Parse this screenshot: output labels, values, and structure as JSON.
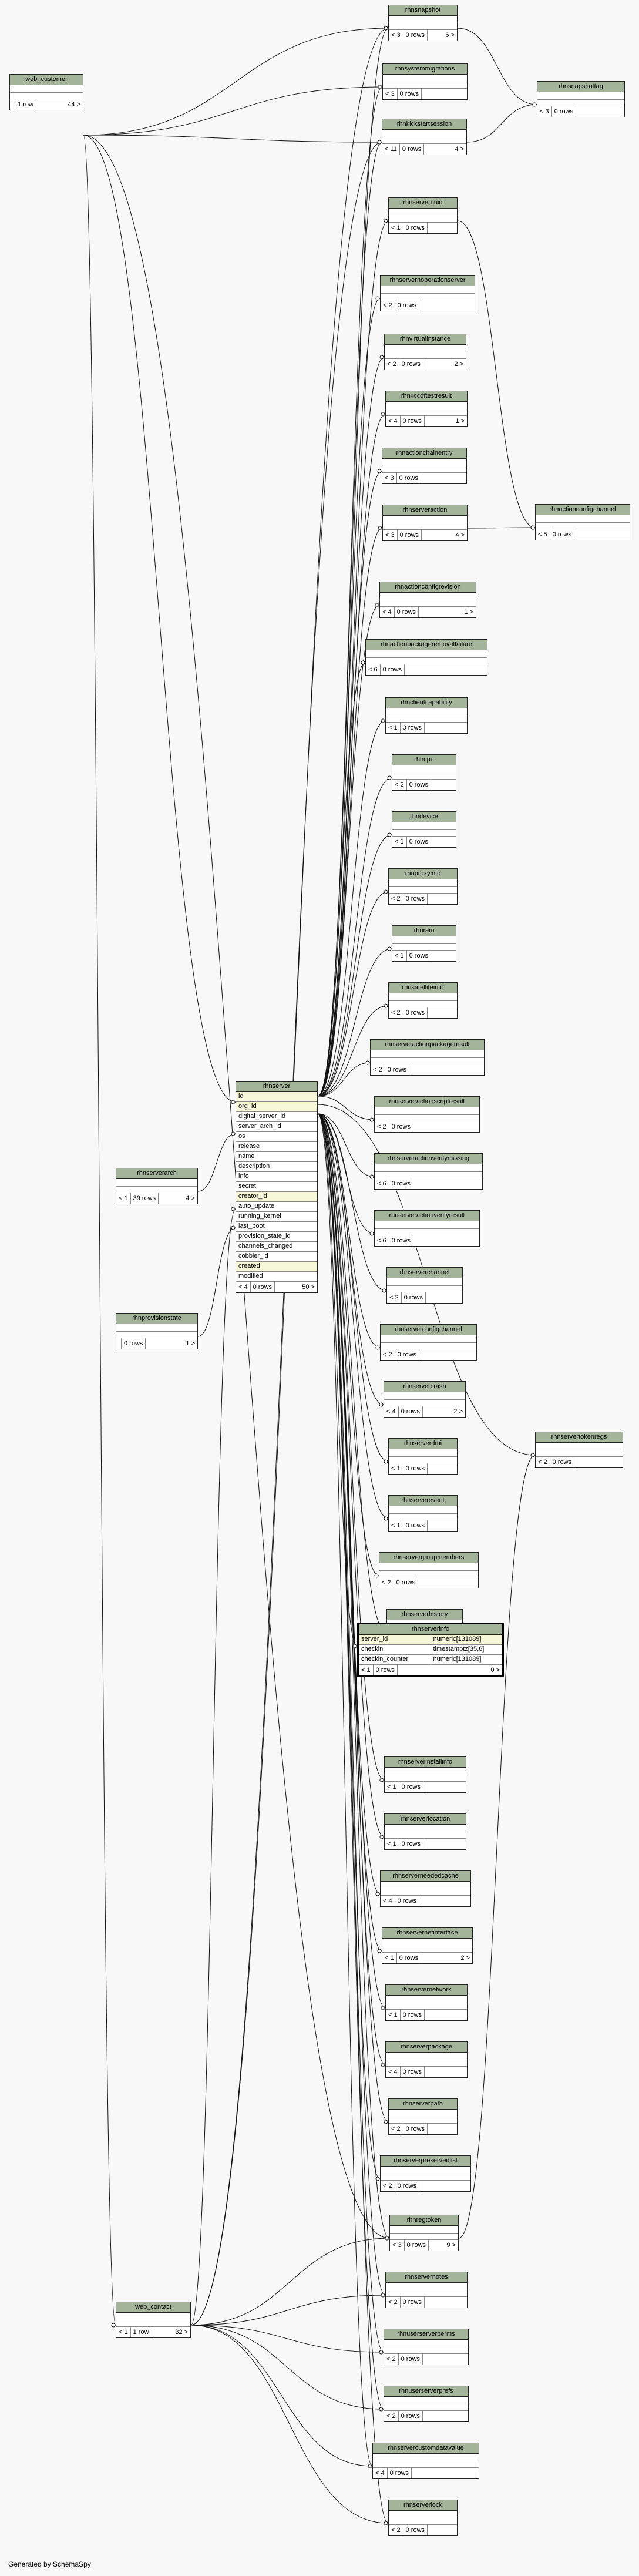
{
  "footer": "Generated by SchemaSpy",
  "colors": {
    "header": "#a3b49b",
    "key_row": "#f6f6d8",
    "background": "#f8f8f8"
  },
  "tables": [
    {
      "name": "rhnsnapshot",
      "stats": [
        "< 3",
        "0 rows",
        "6 >"
      ]
    },
    {
      "name": "rhnsnapshottag",
      "stats": [
        "< 3",
        "0 rows",
        ""
      ]
    },
    {
      "name": "rhnsystemmigrations",
      "stats": [
        "< 3",
        "0 rows",
        ""
      ]
    },
    {
      "name": "web_customer",
      "stats": [
        "",
        "1 row",
        "44 >"
      ]
    },
    {
      "name": "rhnkickstartsession",
      "stats": [
        "< 11",
        "0 rows",
        "4 >"
      ]
    },
    {
      "name": "rhnserveruuid",
      "stats": [
        "< 1",
        "0 rows",
        ""
      ]
    },
    {
      "name": "rhnservernoperationserver",
      "stats": [
        "< 2",
        "0 rows",
        ""
      ]
    },
    {
      "name": "rhnvirtualinstance",
      "stats": [
        "< 2",
        "0 rows",
        "2 >"
      ]
    },
    {
      "name": "rhnxccdftestresult",
      "stats": [
        "< 4",
        "0 rows",
        "1 >"
      ]
    },
    {
      "name": "rhnactionchainentry",
      "stats": [
        "< 3",
        "0 rows",
        ""
      ]
    },
    {
      "name": "rhnserveraction",
      "stats": [
        "< 3",
        "0 rows",
        "4 >"
      ]
    },
    {
      "name": "rhnactionconfigchannel",
      "stats": [
        "< 5",
        "0 rows",
        ""
      ]
    },
    {
      "name": "rhnactionconfigrevision",
      "stats": [
        "< 4",
        "0 rows",
        "1 >"
      ]
    },
    {
      "name": "rhnactionpackageremovalfailure",
      "stats": [
        "< 6",
        "0 rows",
        ""
      ]
    },
    {
      "name": "rhnclientcapability",
      "stats": [
        "< 1",
        "0 rows",
        ""
      ]
    },
    {
      "name": "rhncpu",
      "stats": [
        "< 2",
        "0 rows",
        ""
      ]
    },
    {
      "name": "rhndevice",
      "stats": [
        "< 1",
        "0 rows",
        ""
      ]
    },
    {
      "name": "rhnproxyinfo",
      "stats": [
        "< 2",
        "0 rows",
        ""
      ]
    },
    {
      "name": "rhnram",
      "stats": [
        "< 1",
        "0 rows",
        ""
      ]
    },
    {
      "name": "rhnsatelliteinfo",
      "stats": [
        "< 2",
        "0 rows",
        ""
      ]
    },
    {
      "name": "rhnserveractionpackageresult",
      "stats": [
        "< 2",
        "0 rows",
        ""
      ]
    },
    {
      "name": "rhnserveractionscriptresult",
      "stats": [
        "< 2",
        "0 rows",
        ""
      ]
    },
    {
      "name": "rhnserveractionverifymissing",
      "stats": [
        "< 6",
        "0 rows",
        ""
      ]
    },
    {
      "name": "rhnserveractionverifyresult",
      "stats": [
        "< 6",
        "0 rows",
        ""
      ]
    },
    {
      "name": "rhnserverchannel",
      "stats": [
        "< 2",
        "0 rows",
        ""
      ]
    },
    {
      "name": "rhnserverconfigchannel",
      "stats": [
        "< 2",
        "0 rows",
        ""
      ]
    },
    {
      "name": "rhnservercrash",
      "stats": [
        "< 4",
        "0 rows",
        "2 >"
      ]
    },
    {
      "name": "rhnserverdmi",
      "stats": [
        "< 1",
        "0 rows",
        ""
      ]
    },
    {
      "name": "rhnserverevent",
      "stats": [
        "< 1",
        "0 rows",
        ""
      ]
    },
    {
      "name": "rhnservergroupmembers",
      "stats": [
        "< 2",
        "0 rows",
        ""
      ]
    },
    {
      "name": "rhnserverhistory",
      "stats": [
        "< 1",
        "0 rows",
        ""
      ]
    },
    {
      "name": "rhnserverinstallinfo",
      "stats": [
        "< 1",
        "0 rows",
        ""
      ]
    },
    {
      "name": "rhnserverlocation",
      "stats": [
        "< 1",
        "0 rows",
        ""
      ]
    },
    {
      "name": "rhnserverneededcache",
      "stats": [
        "< 4",
        "0 rows",
        ""
      ]
    },
    {
      "name": "rhnservernetinterface",
      "stats": [
        "< 1",
        "0 rows",
        "2 >"
      ]
    },
    {
      "name": "rhnservernetwork",
      "stats": [
        "< 1",
        "0 rows",
        ""
      ]
    },
    {
      "name": "rhnserverpackage",
      "stats": [
        "< 4",
        "0 rows",
        ""
      ]
    },
    {
      "name": "rhnserverpath",
      "stats": [
        "< 2",
        "0 rows",
        ""
      ]
    },
    {
      "name": "rhnserverpreservedlist",
      "stats": [
        "< 2",
        "0 rows",
        ""
      ]
    },
    {
      "name": "rhnregtoken",
      "stats": [
        "< 3",
        "0 rows",
        "9 >"
      ]
    },
    {
      "name": "rhnservernotes",
      "stats": [
        "< 2",
        "0 rows",
        ""
      ]
    },
    {
      "name": "rhnuserserverperms",
      "stats": [
        "< 2",
        "0 rows",
        ""
      ]
    },
    {
      "name": "rhnuserserverprefs",
      "stats": [
        "< 2",
        "0 rows",
        ""
      ]
    },
    {
      "name": "rhnservercustomdatavalue",
      "stats": [
        "< 4",
        "0 rows",
        ""
      ]
    },
    {
      "name": "rhnserverlock",
      "stats": [
        "< 2",
        "0 rows",
        ""
      ]
    },
    {
      "name": "rhnserverarch",
      "stats": [
        "< 1",
        "39 rows",
        "4 >"
      ]
    },
    {
      "name": "rhnprovisionstate",
      "stats": [
        "",
        "0 rows",
        "1 >"
      ]
    },
    {
      "name": "web_contact",
      "stats": [
        "< 1",
        "1 row",
        "32 >"
      ]
    },
    {
      "name": "rhnservertokenregs",
      "stats": [
        "< 2",
        "0 rows",
        ""
      ]
    }
  ],
  "rhnserver": {
    "name": "rhnserver",
    "columns": [
      "id",
      "org_id",
      "digital_server_id",
      "server_arch_id",
      "os",
      "release",
      "name",
      "description",
      "info",
      "secret",
      "creator_id",
      "auto_update",
      "running_kernel",
      "last_boot",
      "provision_state_id",
      "channels_changed",
      "cobbler_id",
      "created",
      "modified"
    ],
    "stats": [
      "< 4",
      "0 rows",
      "50 >"
    ]
  },
  "rhnserverinfo": {
    "name": "rhnserverinfo",
    "columns": [
      {
        "name": "server_id",
        "type": "numeric[131089]"
      },
      {
        "name": "checkin",
        "type": "timestamptz[35,6]"
      },
      {
        "name": "checkin_counter",
        "type": "numeric[131089]"
      }
    ],
    "stats": [
      "< 1",
      "0 rows",
      "0 >"
    ]
  }
}
